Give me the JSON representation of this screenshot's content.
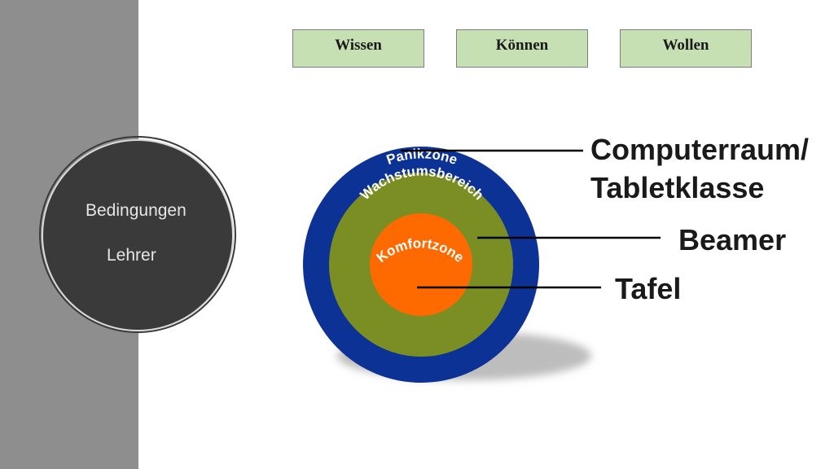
{
  "header_tabs": [
    {
      "label": "Wissen"
    },
    {
      "label": "Können"
    },
    {
      "label": "Wollen"
    }
  ],
  "badge": {
    "line1": "Bedingungen",
    "line2": "Lehrer"
  },
  "zones": {
    "outer": {
      "label": "Panikzone",
      "color": "#0d3296"
    },
    "middle": {
      "label": "Wachstumsbereich",
      "color": "#7b8e24"
    },
    "inner": {
      "label": "Komfortzone",
      "color": "#ff6a00"
    }
  },
  "callouts": {
    "computerraum_line1": "Computerraum/",
    "computerraum_line2": "Tabletklasse",
    "beamer": "Beamer",
    "tafel": "Tafel"
  }
}
